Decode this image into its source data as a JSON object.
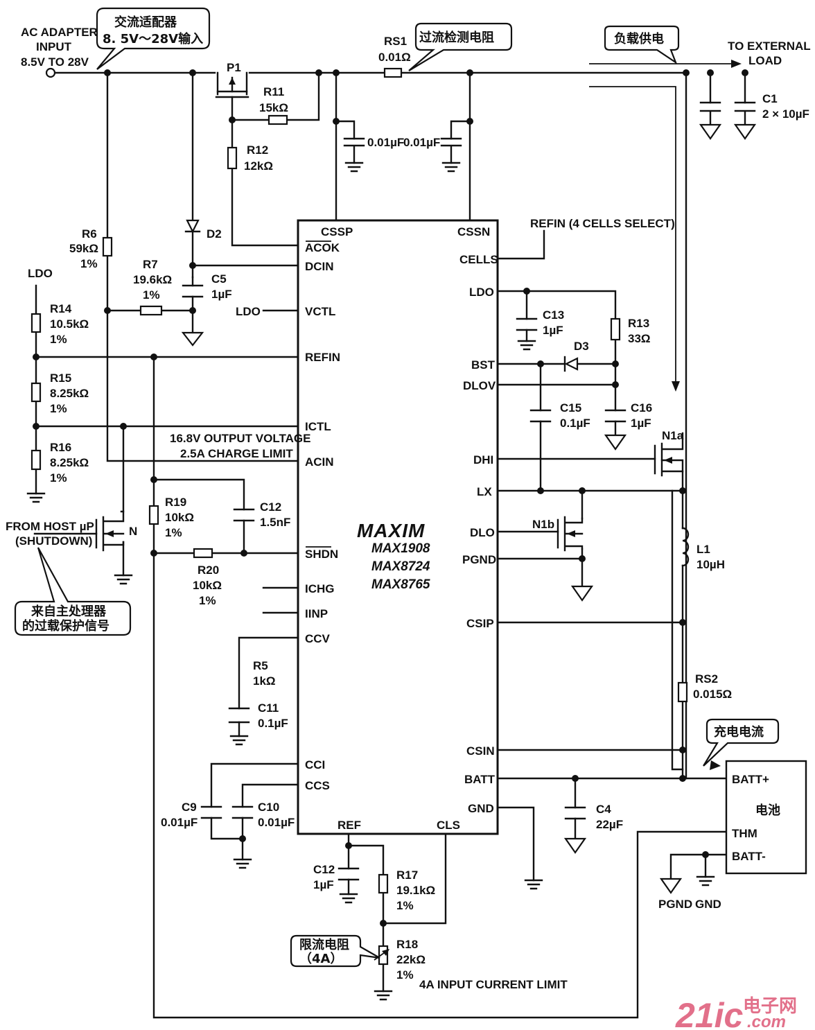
{
  "input": {
    "line1": "AC ADAPTER",
    "line2": "INPUT",
    "line3": "8.5V TO 28V",
    "callout_line1": "交流适配器",
    "callout_line2": "8. 5V～28V输入"
  },
  "rs1": {
    "name": "RS1",
    "value": "0.01Ω",
    "callout": "过流检测电阻"
  },
  "load": {
    "callout": "负载供电",
    "line1": "TO EXTERNAL",
    "line2": "LOAD"
  },
  "c1": {
    "name": "C1",
    "value": "2 × 10µF"
  },
  "p1": {
    "name": "P1"
  },
  "r11": {
    "name": "R11",
    "value": "15kΩ"
  },
  "r12": {
    "name": "R12",
    "value": "12kΩ"
  },
  "cap_cssp": {
    "value": "0.01µF"
  },
  "cap_cssn": {
    "value": "0.01µF"
  },
  "d2": {
    "name": "D2"
  },
  "r6": {
    "name": "R6",
    "value": "59kΩ",
    "tol": "1%"
  },
  "r7": {
    "name": "R7",
    "value": "19.6kΩ",
    "tol": "1%"
  },
  "c5": {
    "name": "C5",
    "value": "1µF"
  },
  "ldo_left": "LDO",
  "ldo_vctl": "LDO",
  "r14": {
    "name": "R14",
    "value": "10.5kΩ",
    "tol": "1%"
  },
  "r15": {
    "name": "R15",
    "value": "8.25kΩ",
    "tol": "1%"
  },
  "r16": {
    "name": "R16",
    "value": "8.25kΩ",
    "tol": "1%"
  },
  "notes": {
    "output_voltage": "16.8V OUTPUT VOLTAGE",
    "charge_limit": "2.5A CHARGE LIMIT",
    "refin_select": "REFIN (4 CELLS SELECT)",
    "input_limit": "4A INPUT CURRENT LIMIT"
  },
  "r19": {
    "name": "R19",
    "value": "10kΩ",
    "tol": "1%"
  },
  "c12a": {
    "name": "C12",
    "value": "1.5nF"
  },
  "r20": {
    "name": "R20",
    "value": "10kΩ",
    "tol": "1%"
  },
  "host": {
    "line1": "FROM HOST µP",
    "line2": "(SHUTDOWN)",
    "fet": "N",
    "callout_line1": "来自主处理器",
    "callout_line2": "的过载保护信号"
  },
  "r5": {
    "name": "R5",
    "value": "1kΩ"
  },
  "c11": {
    "name": "C11",
    "value": "0.1µF"
  },
  "c9": {
    "name": "C9",
    "value": "0.01µF"
  },
  "c10": {
    "name": "C10",
    "value": "0.01µF"
  },
  "c12b": {
    "name": "C12",
    "value": "1µF"
  },
  "r17": {
    "name": "R17",
    "value": "19.1kΩ",
    "tol": "1%"
  },
  "r18": {
    "name": "R18",
    "value": "22kΩ",
    "tol": "1%",
    "callout_line1": "限流电阻",
    "callout_line2": "（4A）"
  },
  "ic": {
    "logo": "MAXIM",
    "part1": "MAX1908",
    "part2": "MAX8724",
    "part3": "MAX8765",
    "left_pins": [
      "ACOK",
      "DCIN",
      "VCTL",
      "REFIN",
      "ICTL",
      "ACIN",
      "SHDN",
      "ICHG",
      "IINP",
      "CCV",
      "CCI",
      "CCS"
    ],
    "right_pins": [
      "CELLS",
      "LDO",
      "BST",
      "DLOV",
      "DHI",
      "LX",
      "DLO",
      "PGND",
      "CSIP",
      "CSIN",
      "BATT",
      "GND"
    ],
    "top_pins": [
      "CSSP",
      "CSSN"
    ],
    "bottom_pins": [
      "REF",
      "CLS"
    ]
  },
  "c13": {
    "name": "C13",
    "value": "1µF"
  },
  "r13": {
    "name": "R13",
    "value": "33Ω"
  },
  "d3": {
    "name": "D3"
  },
  "c15": {
    "name": "C15",
    "value": "0.1µF"
  },
  "c16": {
    "name": "C16",
    "value": "1µF"
  },
  "n1a": {
    "name": "N1a"
  },
  "n1b": {
    "name": "N1b"
  },
  "l1": {
    "name": "L1",
    "value": "10µH"
  },
  "rs2": {
    "name": "RS2",
    "value": "0.015Ω"
  },
  "c4": {
    "name": "C4",
    "value": "22µF"
  },
  "charge_callout": "充电电流",
  "battery": {
    "plus": "BATT+",
    "label": "电池",
    "thm": "THM",
    "minus": "BATT-"
  },
  "grounds": {
    "pgnd": "PGND",
    "gnd": "GND"
  },
  "watermark": {
    "part1": "21ic",
    "part2": "电子网",
    "part3": ".com"
  }
}
